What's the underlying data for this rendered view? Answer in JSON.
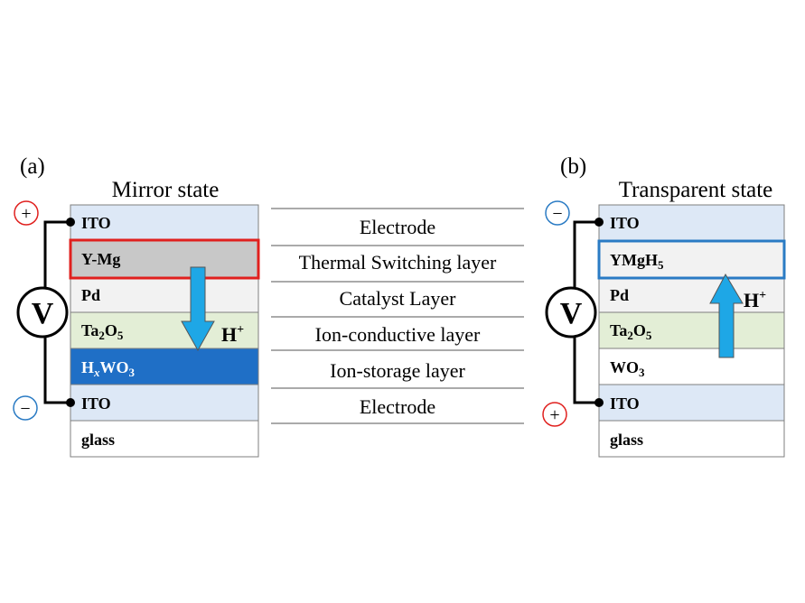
{
  "panel_a": {
    "label": "(a)",
    "title": "Mirror state",
    "layers": [
      "ITO",
      "Y-Mg",
      "Pd",
      "Ta",
      "O",
      "H",
      "x",
      "WO",
      "ITO",
      "glass"
    ],
    "ta_sub_2": "2",
    "o_sub_5": "5",
    "wo_sub_3": "3",
    "ion": "H",
    "ion_sup": "+",
    "voltmeter": "V",
    "top_sign": "+",
    "bottom_sign": "−"
  },
  "panel_b": {
    "label": "(b)",
    "title": "Transparent state",
    "ito_top": "ITO",
    "ymgh": "YMgH",
    "ymgh_sub": "5",
    "pd": "Pd",
    "ta": "Ta",
    "ta_sub": "2",
    "o": "O",
    "o_sub": "5",
    "wo": "WO",
    "wo_sub": "3",
    "ito_bottom": "ITO",
    "glass": "glass",
    "ion": "H",
    "ion_sup": "+",
    "voltmeter": "V",
    "top_sign": "−",
    "bottom_sign": "+"
  },
  "middle_labels": [
    "Electrode",
    "Thermal Switching layer",
    "Catalyst Layer",
    "Ion-conductive layer",
    "Ion-storage layer",
    "Electrode"
  ],
  "colors": {
    "ito": "#dde8f6",
    "ymg": "#c8c8c8",
    "pd": "#f2f2f2",
    "ta2o5": "#e3eed6",
    "hxwo3": "#1f6fc6",
    "wo3": "#ffffff",
    "glass": "#ffffff",
    "ymgh5": "#f2f2f2",
    "arrow": "#1ea7e6",
    "red_box": "#e0201e",
    "blue_box": "#2a7bc4",
    "sign_red": "#e0201e",
    "sign_blue": "#2a7bc4"
  }
}
